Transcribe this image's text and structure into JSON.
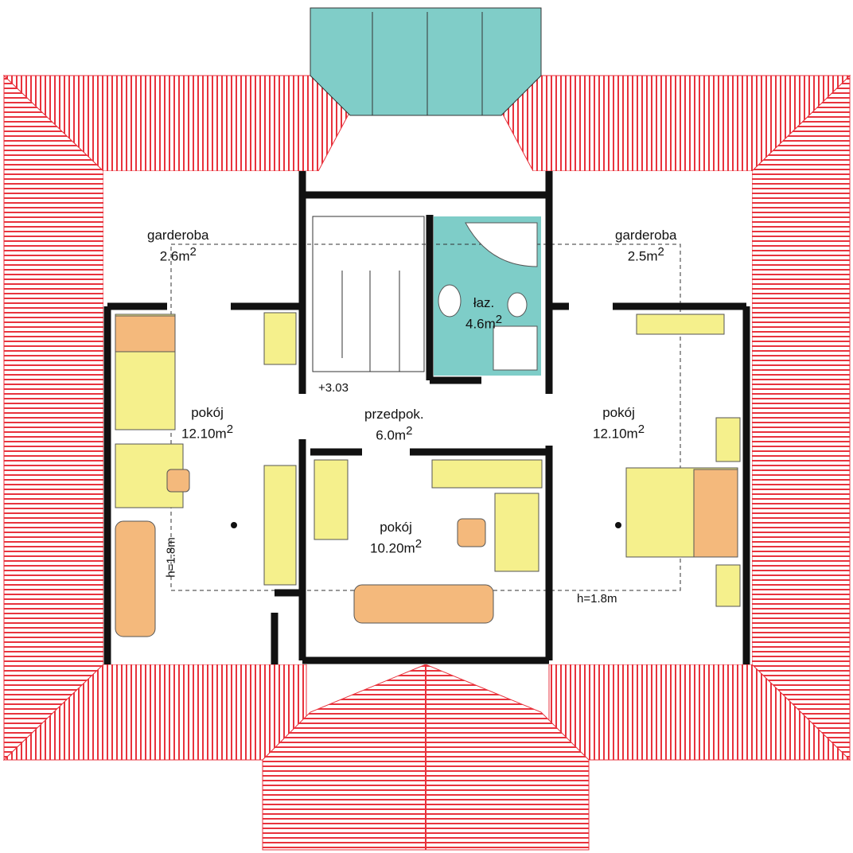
{
  "colors": {
    "roof": "#e8323c",
    "wall": "#111111",
    "bathroom": "#7ecdc8",
    "skylight": "#80cdc8",
    "furniture": "#f5f08c",
    "sofa": "#f4b97c"
  },
  "rooms": [
    {
      "id": "garderoba-left",
      "name": "garderoba",
      "area": "2.6m",
      "sup": "2"
    },
    {
      "id": "garderoba-right",
      "name": "garderoba",
      "area": "2.5m",
      "sup": "2"
    },
    {
      "id": "bathroom",
      "name": "łaz.",
      "area": "4.6m",
      "sup": "2"
    },
    {
      "id": "room-left",
      "name": "pokój",
      "area": "12.10m",
      "sup": "2"
    },
    {
      "id": "hallway",
      "name": "przedpok.",
      "area": "6.0m",
      "sup": "2"
    },
    {
      "id": "room-right",
      "name": "pokój",
      "area": "12.10m",
      "sup": "2"
    },
    {
      "id": "room-center",
      "name": "pokój",
      "area": "10.20m",
      "sup": "2"
    }
  ],
  "level_mark": "+3.03",
  "heights": {
    "left": "h=1.8m",
    "right": "h=1.8m"
  }
}
